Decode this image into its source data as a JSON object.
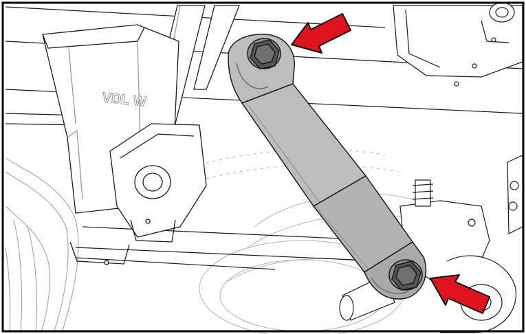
{
  "figure": {
    "embossed_text": "VDL W",
    "colors": {
      "background": "#ffffff",
      "line": "#1a1a1a",
      "faint_line": "#9a9a9a",
      "shock_body": "#bdbdbd",
      "shock_dark": "#6f6f6f",
      "nut": "#555555",
      "arrow_fill": "#e0121c",
      "arrow_stroke": "#111111",
      "frame": "#000000"
    },
    "callouts": [
      {
        "target": "upper-mount-nut",
        "direction": "down-left"
      },
      {
        "target": "lower-mount-nut",
        "direction": "up-left"
      }
    ]
  }
}
